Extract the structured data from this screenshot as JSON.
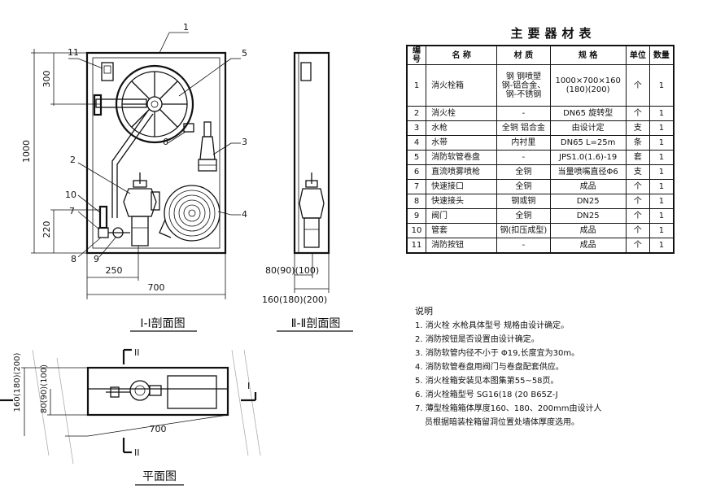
{
  "drawing": {
    "section1_title": "I-I剖面图",
    "section2_title": "Ⅱ-Ⅱ剖面图",
    "plan_title": "平面图",
    "dims": {
      "height_total": "1000",
      "height_top": "300",
      "height_bottom": "220",
      "width_250": "250",
      "width_700": "700",
      "side_depth_top": "80(90)(100)",
      "side_depth_bottom": "160(180)(200)",
      "plan_depth_outer": "160(180)(200)",
      "plan_depth_inner": "80(90)(100)",
      "plan_width": "700"
    },
    "callouts": [
      "1",
      "2",
      "3",
      "4",
      "5",
      "6",
      "7",
      "8",
      "9",
      "10",
      "11"
    ],
    "section_marks": {
      "roman_one": "I",
      "roman_two": "II"
    }
  },
  "table": {
    "title": "主要器材表",
    "headers": [
      "编号",
      "名    称",
      "材  质",
      "规   格",
      "单位",
      "数量"
    ],
    "rows": [
      {
        "no": "1",
        "name": "消火栓箱",
        "material": "钢  钢喷塑\n钢-铝合金、\n钢-不锈钢",
        "spec": "1000×700×160\n(180)(200)",
        "unit": "个",
        "qty": "1"
      },
      {
        "no": "2",
        "name": "消火栓",
        "material": "-",
        "spec": "DN65 旋转型",
        "unit": "个",
        "qty": "1"
      },
      {
        "no": "3",
        "name": "水枪",
        "material": "全铜  铝合金",
        "spec": "由设计定",
        "unit": "支",
        "qty": "1"
      },
      {
        "no": "4",
        "name": "水带",
        "material": "内衬里",
        "spec": "DN65   L=25m",
        "unit": "条",
        "qty": "1"
      },
      {
        "no": "5",
        "name": "消防软管卷盘",
        "material": "-",
        "spec": "JPS1.0(1.6)-19",
        "unit": "套",
        "qty": "1"
      },
      {
        "no": "6",
        "name": "直流喷雾喷枪",
        "material": "全铜",
        "spec": "当量喷嘴直径Φ6",
        "unit": "支",
        "qty": "1"
      },
      {
        "no": "7",
        "name": "快速接口",
        "material": "全铜",
        "spec": "成品",
        "unit": "个",
        "qty": "1"
      },
      {
        "no": "8",
        "name": "快速接头",
        "material": "钢或铜",
        "spec": "DN25",
        "unit": "个",
        "qty": "1"
      },
      {
        "no": "9",
        "name": "阀门",
        "material": "全铜",
        "spec": "DN25",
        "unit": "个",
        "qty": "1"
      },
      {
        "no": "10",
        "name": "管套",
        "material": "钢(扣压成型)",
        "spec": "成品",
        "unit": "个",
        "qty": "1"
      },
      {
        "no": "11",
        "name": "消防按钮",
        "material": "-",
        "spec": "成品",
        "unit": "个",
        "qty": "1"
      }
    ]
  },
  "notes": {
    "title": "说明",
    "items": [
      "1. 消火栓  水枪具体型号  规格由设计确定。",
      "2. 消防按钮是否设置由设计确定。",
      "3. 消防软管内径不小于 Φ19,长度宜为30m。",
      "4. 消防软管卷盘用阀门与卷盘配套供应。",
      "5. 消火栓箱安装见本图集第55~58页。",
      "6. 消火栓箱型号  SG16(18  (20  B65Z-J",
      "7. 薄型栓箱箱体厚度160、180、200mm由设计人"
    ],
    "continuation": "员根据暗装栓箱留洞位置处墙体厚度选用。"
  }
}
